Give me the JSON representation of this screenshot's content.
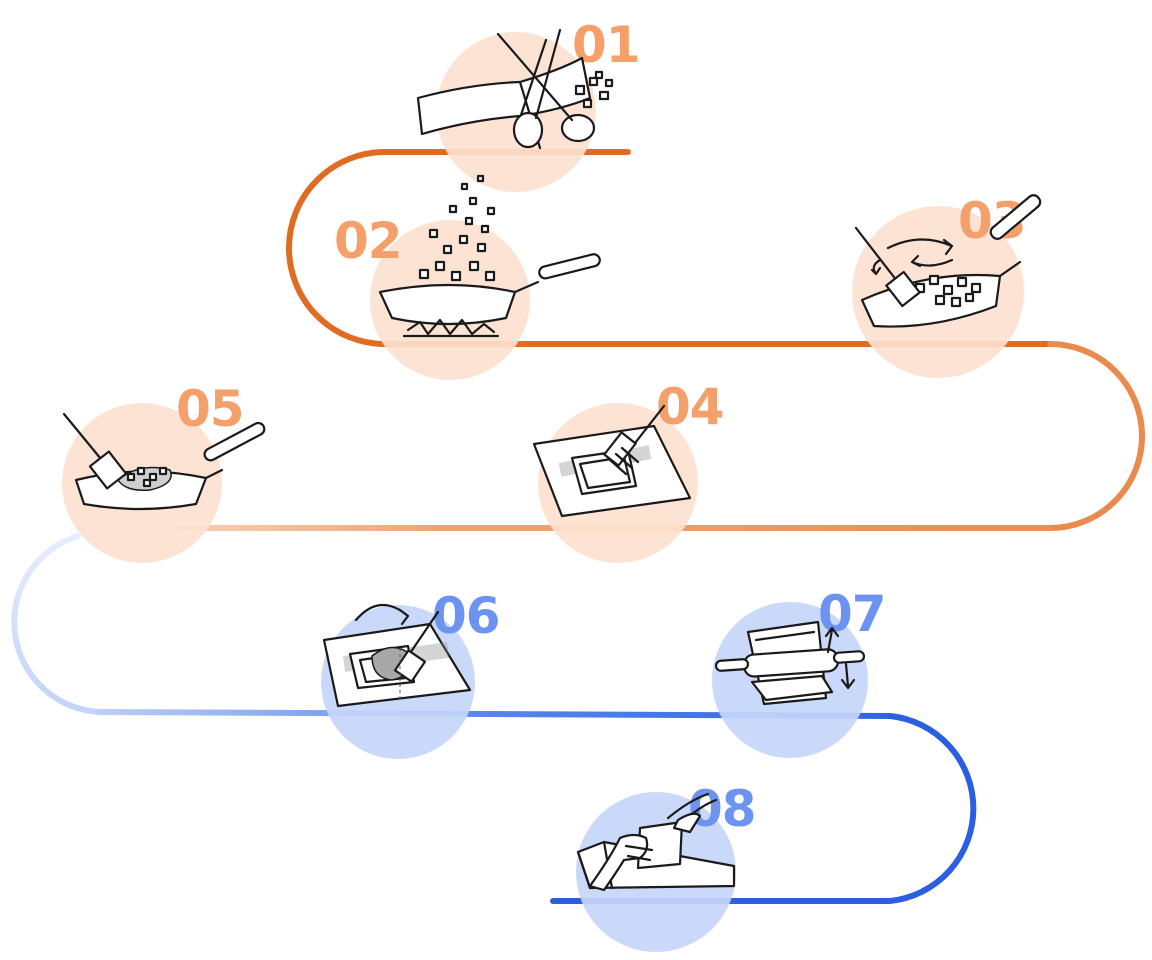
{
  "colors": {
    "orange_line": "#e06b22",
    "orange_light": "#f08a4b",
    "orange_circle": "#fde1cf",
    "orange_num": "#f5a06a",
    "blue_line": "#2a5fe0",
    "blue_light": "#c9d9fb",
    "blue_circle": "#c6d6f9",
    "blue_num": "#6c93ef"
  },
  "steps": [
    {
      "num": "01",
      "icon": "scissors-cutting-strip-icon"
    },
    {
      "num": "02",
      "icon": "pan-on-flame-with-pieces-icon"
    },
    {
      "num": "03",
      "icon": "pan-stirring-with-spatula-icon"
    },
    {
      "num": "04",
      "icon": "brush-on-square-mold-icon"
    },
    {
      "num": "05",
      "icon": "pan-with-spatula-scooping-icon"
    },
    {
      "num": "06",
      "icon": "spatula-pressing-into-mold-icon"
    },
    {
      "num": "07",
      "icon": "rolling-pin-pressing-icon"
    },
    {
      "num": "08",
      "icon": "hand-lifting-sheet-icon"
    }
  ]
}
